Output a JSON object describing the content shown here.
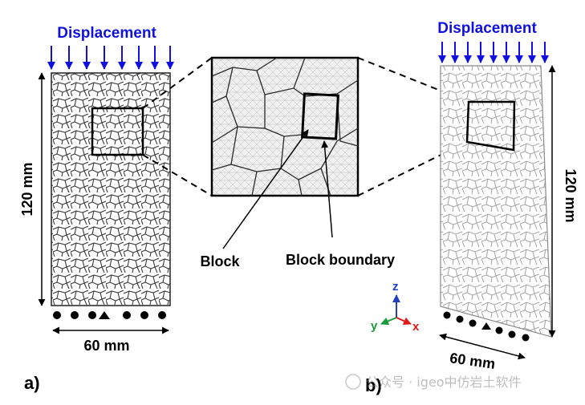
{
  "panel_a": {
    "load_label": "Displacement",
    "height_label": "120 mm",
    "width_label": "60 mm",
    "panel_letter": "a)"
  },
  "zoom": {
    "block_label": "Block",
    "boundary_label": "Block boundary"
  },
  "panel_b": {
    "load_label": "Displacement",
    "height_label": "120 mm",
    "width_label": "60 mm",
    "panel_letter": "b)"
  },
  "axes": {
    "z": "z",
    "y": "y",
    "x": "x"
  },
  "watermark": "公众号 · igeo中仿岩土软件",
  "colors": {
    "load_arrow": "#1010e0",
    "axis_z": "#2040c0",
    "axis_y": "#1a9a3a",
    "axis_x": "#e01818",
    "mesh_a": "#3a3a3a",
    "mesh_b": "#9a9a9a"
  }
}
